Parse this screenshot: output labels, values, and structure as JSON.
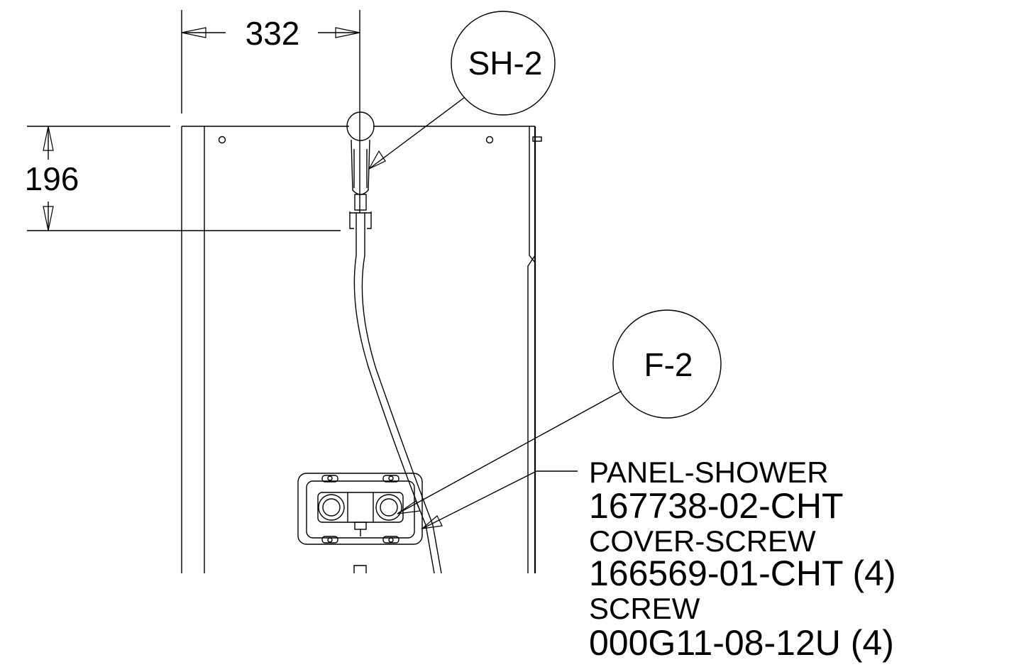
{
  "dimensions": {
    "horizontal": "332",
    "vertical": "196"
  },
  "callouts": {
    "showerhead_tag": "SH-2",
    "faucet_tag": "F-2"
  },
  "parts": [
    {
      "name": "PANEL-SHOWER",
      "number": "167738-02-CHT"
    },
    {
      "name": "COVER-SCREW",
      "number": "166569-01-CHT (4)"
    },
    {
      "name": "SCREW",
      "number": "000G11-08-12U (4)"
    }
  ]
}
